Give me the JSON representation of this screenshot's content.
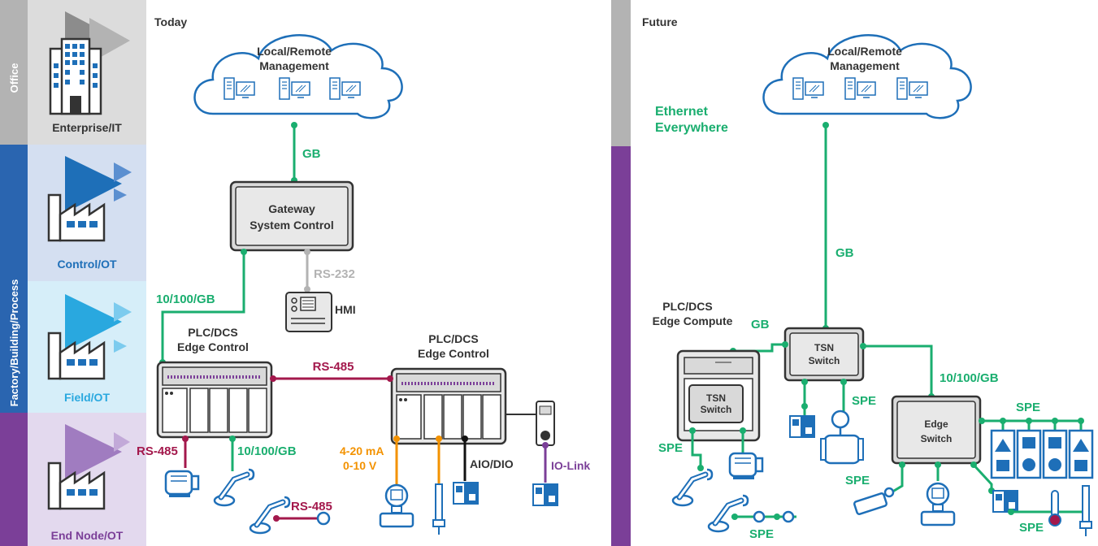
{
  "sidebar": {
    "office_label": "Office",
    "factory_label": "Factory/Building/Process",
    "tiers": [
      {
        "label": "Enterprise/IT",
        "color": "#333333"
      },
      {
        "label": "Control/OT",
        "color": "#1e6fb8"
      },
      {
        "label": "Field/OT",
        "color": "#29a8df"
      },
      {
        "label": "End Node/OT",
        "color": "#7b3f98"
      }
    ]
  },
  "today": {
    "title": "Today",
    "cloud": {
      "line1": "Local/Remote",
      "line2": "Management"
    },
    "gb_link": "GB",
    "gateway": {
      "line1": "Gateway",
      "line2": "System Control"
    },
    "rs232": "RS-232",
    "hmi": "HMI",
    "link_10_100_gb_upper": "10/100/GB",
    "plc1": {
      "line1": "PLC/DCS",
      "line2": "Edge Control"
    },
    "plc2": {
      "line1": "PLC/DCS",
      "line2": "Edge Control"
    },
    "rs485_main": "RS-485",
    "rs485_left": "RS-485",
    "link_10_100_gb_lower": "10/100/GB",
    "rs485_robot": "RS-485",
    "analog": {
      "line1": "4-20 mA",
      "line2": "0-10 V"
    },
    "aio_dio": "AIO/DIO",
    "io_link": "IO-Link"
  },
  "future": {
    "title": "Future",
    "cloud": {
      "line1": "Local/Remote",
      "line2": "Management"
    },
    "ethernet": {
      "line1": "Ethernet",
      "line2": "Everywhere"
    },
    "gb_link": "GB",
    "plc": {
      "line1": "PLC/DCS",
      "line2": "Edge Compute"
    },
    "gb_short": "GB",
    "tsn_main": {
      "line1": "TSN",
      "line2": "Switch"
    },
    "tsn_inner": {
      "line1": "TSN",
      "line2": "Switch"
    },
    "link_10_100_gb": "10/100/GB",
    "spe_center": "SPE",
    "edge_switch": {
      "line1": "Edge",
      "line2": "Switch"
    },
    "spe_right_top": "SPE",
    "spe_left": "SPE",
    "spe_bottom_left": "SPE",
    "spe_edge_lower": "SPE",
    "spe_bottom_right": "SPE"
  },
  "colors": {
    "green": "#1aae6f",
    "crimson": "#a3184c",
    "orange": "#f39200",
    "purple": "#7b3f98",
    "blue": "#1e6fb8",
    "gray": "#b3b3b3",
    "dark": "#333333"
  }
}
